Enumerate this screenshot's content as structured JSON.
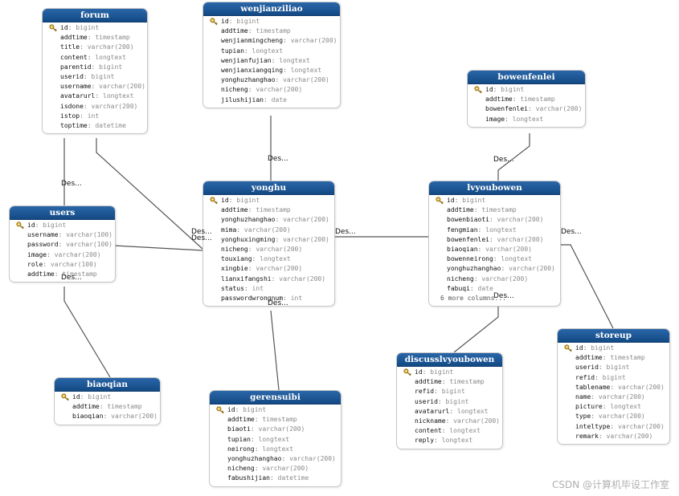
{
  "entities": [
    {
      "id": "forum",
      "title": "forum",
      "fields": [
        {
          "name": "id",
          "type": "bigint",
          "key": true
        },
        {
          "name": "addtime",
          "type": "timestamp"
        },
        {
          "name": "title",
          "type": "varchar(200)"
        },
        {
          "name": "content",
          "type": "longtext"
        },
        {
          "name": "parentid",
          "type": "bigint"
        },
        {
          "name": "userid",
          "type": "bigint"
        },
        {
          "name": "username",
          "type": "varchar(200)"
        },
        {
          "name": "avatarurl",
          "type": "longtext"
        },
        {
          "name": "isdone",
          "type": "varchar(200)"
        },
        {
          "name": "istop",
          "type": "int"
        },
        {
          "name": "toptime",
          "type": "datetime"
        }
      ]
    },
    {
      "id": "wenjianziliao",
      "title": "wenjianziliao",
      "fields": [
        {
          "name": "id",
          "type": "bigint",
          "key": true
        },
        {
          "name": "addtime",
          "type": "timestamp"
        },
        {
          "name": "wenjianmingcheng",
          "type": "varchar(200)"
        },
        {
          "name": "tupian",
          "type": "longtext"
        },
        {
          "name": "wenjianfujian",
          "type": "longtext"
        },
        {
          "name": "wenjianxiangqing",
          "type": "longtext"
        },
        {
          "name": "yonghuzhanghao",
          "type": "varchar(200)"
        },
        {
          "name": "nicheng",
          "type": "varchar(200)"
        },
        {
          "name": "jilushijian",
          "type": "date"
        }
      ]
    },
    {
      "id": "bowenfenlei",
      "title": "bowenfenlei",
      "fields": [
        {
          "name": "id",
          "type": "bigint",
          "key": true
        },
        {
          "name": "addtime",
          "type": "timestamp"
        },
        {
          "name": "bowenfenlei",
          "type": "varchar(200)"
        },
        {
          "name": "image",
          "type": "longtext"
        }
      ]
    },
    {
      "id": "users",
      "title": "users",
      "fields": [
        {
          "name": "id",
          "type": "bigint",
          "key": true
        },
        {
          "name": "username",
          "type": "varchar(100)"
        },
        {
          "name": "password",
          "type": "varchar(100)"
        },
        {
          "name": "image",
          "type": "varchar(200)"
        },
        {
          "name": "role",
          "type": "varchar(100)"
        },
        {
          "name": "addtime",
          "type": "timestamp"
        }
      ]
    },
    {
      "id": "yonghu",
      "title": "yonghu",
      "fields": [
        {
          "name": "id",
          "type": "bigint",
          "key": true
        },
        {
          "name": "addtime",
          "type": "timestamp"
        },
        {
          "name": "yonghuzhanghao",
          "type": "varchar(200)"
        },
        {
          "name": "mima",
          "type": "varchar(200)"
        },
        {
          "name": "yonghuxingming",
          "type": "varchar(200)"
        },
        {
          "name": "nicheng",
          "type": "varchar(200)"
        },
        {
          "name": "touxiang",
          "type": "longtext"
        },
        {
          "name": "xingbie",
          "type": "varchar(200)"
        },
        {
          "name": "lianxifangshi",
          "type": "varchar(200)"
        },
        {
          "name": "status",
          "type": "int"
        },
        {
          "name": "passwordwrongnum",
          "type": "int"
        }
      ]
    },
    {
      "id": "lvyoubowen",
      "title": "lvyoubowen",
      "more": "6 more columns...",
      "fields": [
        {
          "name": "id",
          "type": "bigint",
          "key": true
        },
        {
          "name": "addtime",
          "type": "timestamp"
        },
        {
          "name": "bowenbiaoti",
          "type": "varchar(200)"
        },
        {
          "name": "fengmian",
          "type": "longtext"
        },
        {
          "name": "bowenfenlei",
          "type": "varchar(200)"
        },
        {
          "name": "biaoqian",
          "type": "varchar(200)"
        },
        {
          "name": "bowenneirong",
          "type": "longtext"
        },
        {
          "name": "yonghuzhanghao",
          "type": "varchar(200)"
        },
        {
          "name": "nicheng",
          "type": "varchar(200)"
        },
        {
          "name": "fabuqi",
          "type": "date"
        }
      ]
    },
    {
      "id": "storeup",
      "title": "storeup",
      "fields": [
        {
          "name": "id",
          "type": "bigint",
          "key": true
        },
        {
          "name": "addtime",
          "type": "timestamp"
        },
        {
          "name": "userid",
          "type": "bigint"
        },
        {
          "name": "refid",
          "type": "bigint"
        },
        {
          "name": "tablename",
          "type": "varchar(200)"
        },
        {
          "name": "name",
          "type": "varchar(200)"
        },
        {
          "name": "picture",
          "type": "longtext"
        },
        {
          "name": "type",
          "type": "varchar(200)"
        },
        {
          "name": "inteltype",
          "type": "varchar(200)"
        },
        {
          "name": "remark",
          "type": "varchar(200)"
        }
      ]
    },
    {
      "id": "discusslvyoubowen",
      "title": "discusslvyoubowen",
      "fields": [
        {
          "name": "id",
          "type": "bigint",
          "key": true
        },
        {
          "name": "addtime",
          "type": "timestamp"
        },
        {
          "name": "refid",
          "type": "bigint"
        },
        {
          "name": "userid",
          "type": "bigint"
        },
        {
          "name": "avatarurl",
          "type": "longtext"
        },
        {
          "name": "nickname",
          "type": "varchar(200)"
        },
        {
          "name": "content",
          "type": "longtext"
        },
        {
          "name": "reply",
          "type": "longtext"
        }
      ]
    },
    {
      "id": "biaoqian",
      "title": "biaoqian",
      "fields": [
        {
          "name": "id",
          "type": "bigint",
          "key": true
        },
        {
          "name": "addtime",
          "type": "timestamp"
        },
        {
          "name": "biaoqian",
          "type": "varchar(200)"
        }
      ]
    },
    {
      "id": "gerensuibi",
      "title": "gerensuibi",
      "fields": [
        {
          "name": "id",
          "type": "bigint",
          "key": true
        },
        {
          "name": "addtime",
          "type": "timestamp"
        },
        {
          "name": "biaoti",
          "type": "varchar(200)"
        },
        {
          "name": "tupian",
          "type": "longtext"
        },
        {
          "name": "neirong",
          "type": "longtext"
        },
        {
          "name": "yonghuzhanghao",
          "type": "varchar(200)"
        },
        {
          "name": "nicheng",
          "type": "varchar(200)"
        },
        {
          "name": "fabushijian",
          "type": "datetime"
        }
      ]
    }
  ],
  "relationships": [
    {
      "from": "wenjianziliao",
      "to": "yonghu",
      "label": "Des..."
    },
    {
      "from": "forum",
      "to": "users",
      "label": "Des..."
    },
    {
      "from": "forum",
      "to": "yonghu",
      "label": "Des..."
    },
    {
      "from": "users",
      "to": "yonghu",
      "label": "Des..."
    },
    {
      "from": "yonghu",
      "to": "lvyoubowen",
      "label": "Des..."
    },
    {
      "from": "bowenfenlei",
      "to": "lvyoubowen",
      "label": "Des..."
    },
    {
      "from": "users",
      "to": "biaoqian",
      "label": "Des..."
    },
    {
      "from": "yonghu",
      "to": "gerensuibi",
      "label": "Des..."
    },
    {
      "from": "lvyoubowen",
      "to": "discusslvyoubowen",
      "label": "Des..."
    },
    {
      "from": "lvyoubowen",
      "to": "storeup",
      "label": "Des..."
    }
  ],
  "watermark": "CSDN @计算机毕设工作室"
}
